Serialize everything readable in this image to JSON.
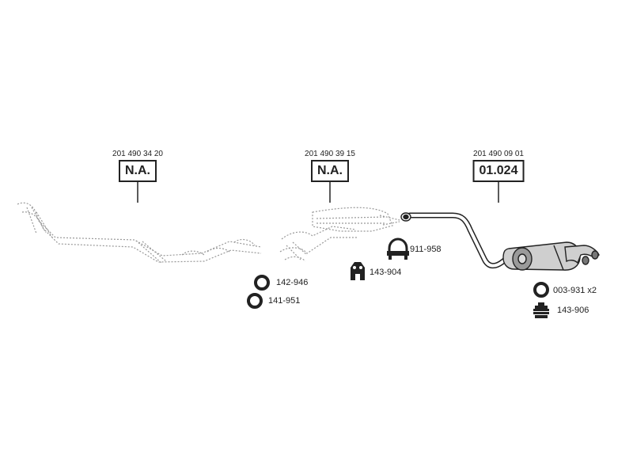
{
  "assemblies": [
    {
      "oem": "201 490 34 20",
      "code": "N.A."
    },
    {
      "oem": "201 490 39 15",
      "code": "N.A."
    },
    {
      "oem": "201 490 09 01",
      "code": "01.024"
    }
  ],
  "parts": [
    {
      "number": "911-958",
      "icon": "clamp-icon"
    },
    {
      "number": "143-904",
      "icon": "hanger-bracket-icon"
    },
    {
      "number": "142-946",
      "icon": "ring-gasket-icon"
    },
    {
      "number": "141-951",
      "icon": "ring-gasket-icon"
    },
    {
      "number": "003-931 x2",
      "icon": "ring-gasket-icon"
    },
    {
      "number": "143-906",
      "icon": "rubber-mount-icon"
    }
  ],
  "colors": {
    "ink": "#222222",
    "muted": "#999999",
    "background": "#ffffff"
  }
}
